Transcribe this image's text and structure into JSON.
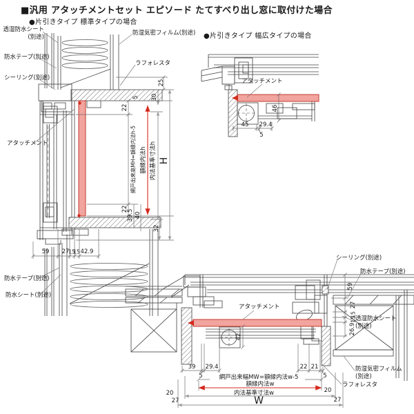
{
  "header": {
    "title": "■汎用 アタッチメントセット エピソード たてすべり出し窓に取付けた場合",
    "subtitle_standard": "●片引きタイプ 標準タイプの場合",
    "subtitle_wide": "●片引きタイプ 幅広タイプの場合"
  },
  "colors": {
    "attachment_fill": "#f2a49e",
    "attachment_stroke": "#c23b31",
    "dim_red": "#d42a1e",
    "line": "#404040",
    "gray_arrow": "#9b9b9b"
  },
  "left_view": {
    "callouts": {
      "moisture_sheet": "透湿防水シート\n(別途)",
      "vapor_film": "防湿気密フィルム(別途)",
      "waterproof_tape_top": "防水テープ(別途)",
      "laforesta": "ラフォレスタ",
      "sealing": "シーリング(別途)",
      "attachment": "アタッチメント",
      "waterproof_tape_bottom": "防水テープ(別途)",
      "waterproof_sheet_bottom": "防水シート(別途)"
    },
    "dims": {
      "d25": "25",
      "d30": "30",
      "d5_top": "5",
      "d22_top": "22",
      "screen_height": "網戸出来高MH=額縁内法h-5",
      "frame_inner_h": "額縁内法h",
      "standard_h": "内法基準寸法h",
      "total_h": "H",
      "d22_bottom": "22",
      "d39_5": "39.5",
      "d40": "40",
      "d32": "32",
      "d59": "59",
      "d27": "27",
      "d15a": "15",
      "d15b": "15",
      "d42_9": "42.9"
    }
  },
  "wide_view": {
    "callouts": {
      "attachment": "アタッチメント"
    },
    "dims": {
      "d46": "46",
      "d45": "45",
      "d29_4": "29.4",
      "d5": "5"
    }
  },
  "bottom_view": {
    "callouts": {
      "sealing": "シーリング(別途)",
      "waterproof_tape": "防水テープ(別途)",
      "attachment": "アタッチメント",
      "moisture_sheet": "透湿防水シート\n(別途)",
      "vapor_film": "防湿気密フィルム\n(別途)",
      "laforesta": "ラフォレスタ"
    },
    "dims": {
      "d59": "59",
      "d27_right": "27",
      "d15a": "15",
      "d15b": "15",
      "d26_9": "26.9",
      "d42": "42",
      "d39": "39",
      "d29_4": "29.4",
      "d5_left": "5",
      "d22": "22",
      "d21": "21",
      "d5_right": "5",
      "screen_width": "網戸出来幅MW=額縁内法w-5",
      "frame_inner_w": "額縁内法w",
      "standard_w": "内法基準寸法w",
      "total_w": "W",
      "d20_left": "20",
      "d20_right": "20",
      "d27_left": "27",
      "d27_right2": "27"
    }
  }
}
